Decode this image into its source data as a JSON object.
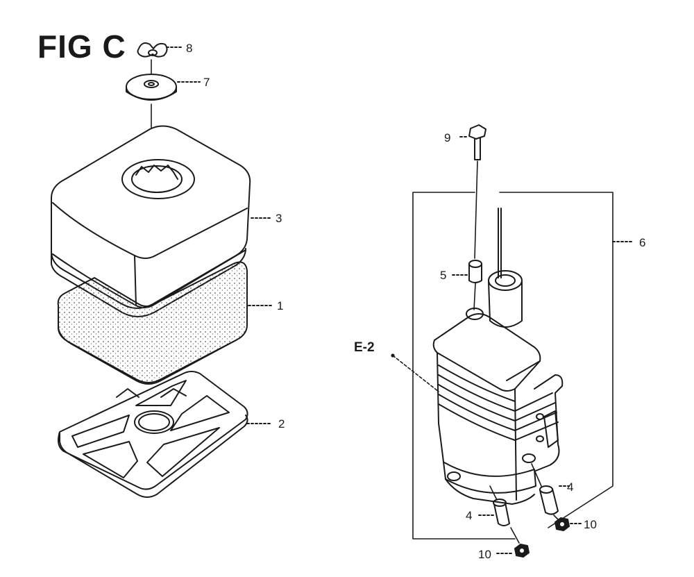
{
  "figure": {
    "title": "FIG C"
  },
  "callouts": {
    "c1": "1",
    "c2": "2",
    "c3": "3",
    "c4a": "4",
    "c4b": "4",
    "c5": "5",
    "c6": "6",
    "c7": "7",
    "c8": "8",
    "c9": "9",
    "c10a": "10",
    "c10b": "10",
    "ref": "E-2"
  },
  "colors": {
    "ink": "#1a1a1a",
    "paper": "#ffffff",
    "foam_dot": "#555555"
  }
}
